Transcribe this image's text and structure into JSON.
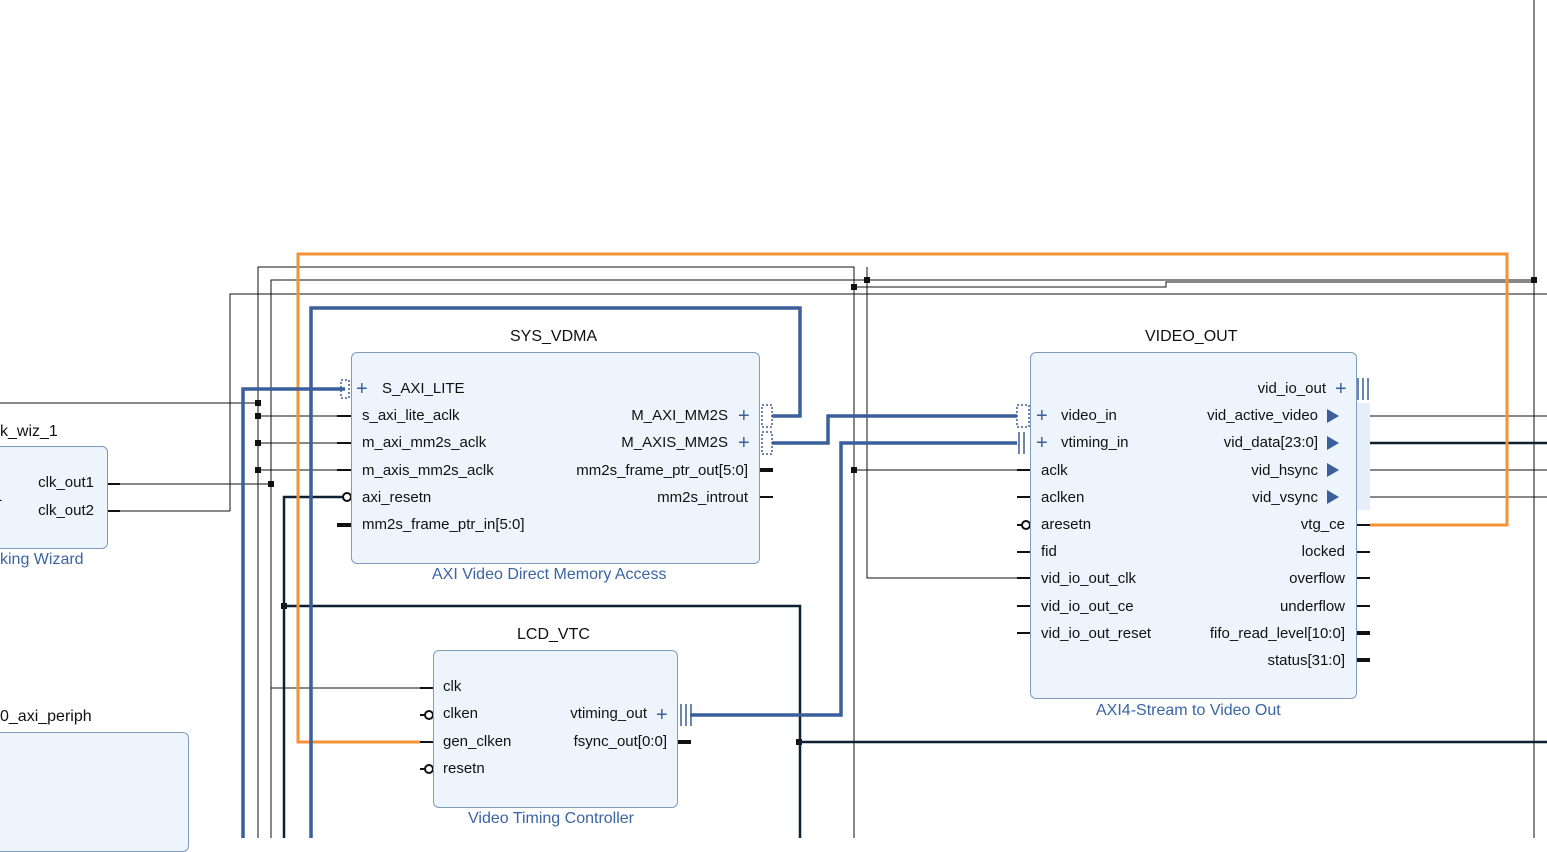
{
  "blocks": {
    "clk_wiz": {
      "title": "k_wiz_1",
      "subtitle": "king Wizard",
      "left_pin_partial": "1",
      "out_pins": [
        "clk_out1",
        "clk_out2"
      ]
    },
    "axi_periph": {
      "title": "0_axi_periph"
    },
    "sys_vdma": {
      "title": "SYS_VDMA",
      "subtitle": "AXI Video Direct Memory Access",
      "in_pins": [
        "S_AXI_LITE",
        "s_axi_lite_aclk",
        "m_axi_mm2s_aclk",
        "m_axis_mm2s_aclk",
        "axi_resetn",
        "mm2s_frame_ptr_in[5:0]"
      ],
      "out_pins": [
        "M_AXI_MM2S",
        "M_AXIS_MM2S",
        "mm2s_frame_ptr_out[5:0]",
        "mm2s_introut"
      ]
    },
    "lcd_vtc": {
      "title": "LCD_VTC",
      "subtitle": "Video Timing Controller",
      "in_pins": [
        "clk",
        "clken",
        "gen_clken",
        "resetn"
      ],
      "out_pins": [
        "vtiming_out",
        "fsync_out[0:0]"
      ]
    },
    "video_out": {
      "title": "VIDEO_OUT",
      "subtitle": "AXI4-Stream to Video Out",
      "in_pins": [
        "video_in",
        "vtiming_in",
        "aclk",
        "aclken",
        "aresetn",
        "fid",
        "vid_io_out_clk",
        "vid_io_out_ce",
        "vid_io_out_reset"
      ],
      "out_pins": [
        "vid_io_out",
        "vid_active_video",
        "vid_data[23:0]",
        "vid_hsync",
        "vid_vsync",
        "vtg_ce",
        "locked",
        "overflow",
        "underflow",
        "fifo_read_level[10:0]",
        "status[31:0]"
      ]
    }
  },
  "colors": {
    "block_fill": "#eef4fc",
    "block_border": "#7f9cbf",
    "interface_net": "#3a5f9a",
    "highlight_net": "#f39237",
    "bus_net": "#0e2033",
    "subtitle_text": "#3b64a3"
  }
}
